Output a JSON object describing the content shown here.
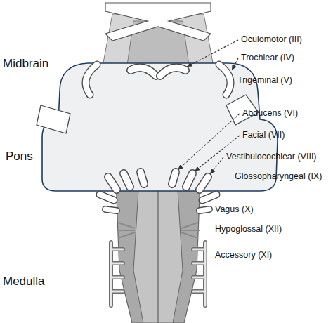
{
  "diagram": {
    "labels": [
      "Midbrain",
      "Oculomotor (III)",
      "Trochlear (IV)",
      "Trigeminal (V)",
      "Abducens (VI)",
      "Facial (VII)",
      "Pons",
      "Vestibulocochlear (VIII)",
      "Glossopharyngeal (IX)",
      "Vagus (X)",
      "Hypoglossal (XII)",
      "Accessory (XI)",
      "Medulla"
    ]
  }
}
